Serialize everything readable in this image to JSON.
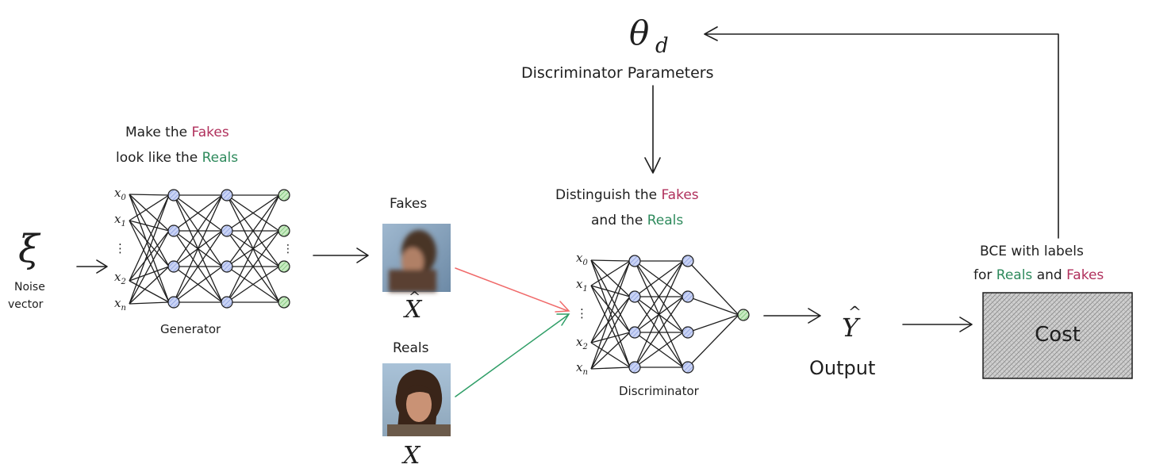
{
  "colors": {
    "fakes": "#b0305c",
    "reals": "#2e8a5c",
    "orange": "#e67700",
    "blue": "#3b4fd6",
    "node_blue": "#b9c6f0",
    "node_green": "#b9e3b0",
    "red_arrow": "#f06a6a",
    "green_arrow": "#2f9e67"
  },
  "theta": {
    "symbol": "θ",
    "sub": "d"
  },
  "disc_params_label": "Discriminator Parameters",
  "noise": {
    "symbol": "ξ",
    "line1": "Noise",
    "line2": "vector"
  },
  "generator": {
    "caption_line1_pre": "Make the ",
    "caption_line1_hl": "Fakes",
    "caption_line2_pre": "look like the ",
    "caption_line2_hl": "Reals",
    "label": "Generator",
    "inputs": [
      {
        "base": "x",
        "sub": "0"
      },
      {
        "base": "x",
        "sub": "1"
      },
      {
        "base": "⋮",
        "sub": ""
      },
      {
        "base": "x",
        "sub": "2"
      },
      {
        "base": "x",
        "sub": "n"
      }
    ]
  },
  "fakes": {
    "label": "Fakes",
    "symbol": "X",
    "hat": "^"
  },
  "reals": {
    "label": "Reals",
    "symbol": "X"
  },
  "discriminator": {
    "caption_line1_pre": "Distinguish the ",
    "caption_line1_hl": "Fakes",
    "caption_line2_pre": "and the ",
    "caption_line2_hl": "Reals",
    "label": "Discriminator",
    "inputs": [
      {
        "base": "x",
        "sub": "0"
      },
      {
        "base": "x",
        "sub": "1"
      },
      {
        "base": "⋮",
        "sub": ""
      },
      {
        "base": "x",
        "sub": "2"
      },
      {
        "base": "x",
        "sub": "n"
      }
    ]
  },
  "output": {
    "symbol": "Y",
    "hat": "^",
    "label": "Output"
  },
  "cost": {
    "caption_line1": "BCE with labels",
    "caption_line2_pre": "for ",
    "caption_line2_reals": "Reals",
    "caption_line2_mid": " and ",
    "caption_line2_fakes": "Fakes",
    "label": "Cost"
  }
}
